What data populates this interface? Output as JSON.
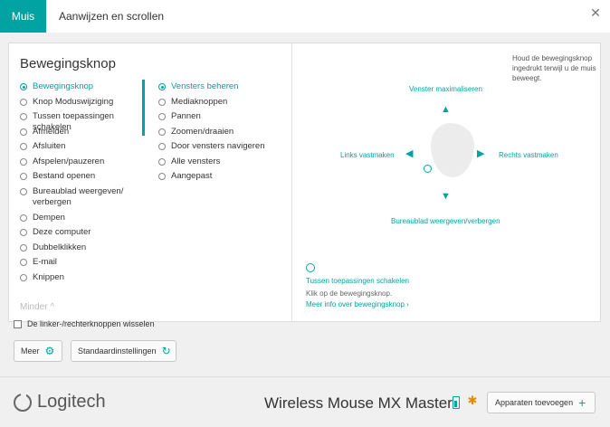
{
  "tabs": [
    {
      "label": "Muis",
      "active": true
    },
    {
      "label": "Aanwijzen en scrollen",
      "active": false
    }
  ],
  "panel": {
    "title": "Bewegingsknop",
    "left_list": [
      {
        "label": "Bewegingsknop",
        "selected": true
      },
      {
        "label": "Knop Moduswijziging",
        "selected": false
      },
      {
        "label": "Tussen toepassingen schakelen",
        "selected": false
      },
      {
        "label": "Afmelden",
        "selected": false
      },
      {
        "label": "Afsluiten",
        "selected": false
      },
      {
        "label": "Afspelen/pauzeren",
        "selected": false
      },
      {
        "label": "Bestand openen",
        "selected": false
      },
      {
        "label": "Bureaublad weergeven/ verbergen",
        "selected": false
      },
      {
        "label": "Dempen",
        "selected": false
      },
      {
        "label": "Deze computer",
        "selected": false
      },
      {
        "label": "Dubbelklikken",
        "selected": false
      },
      {
        "label": "E-mail",
        "selected": false
      },
      {
        "label": "Knippen",
        "selected": false
      }
    ],
    "mid_list": [
      {
        "label": "Vensters beheren",
        "selected": true
      },
      {
        "label": "Mediaknoppen",
        "selected": false
      },
      {
        "label": "Pannen",
        "selected": false
      },
      {
        "label": "Zoomen/draaien",
        "selected": false
      },
      {
        "label": "Door vensters navigeren",
        "selected": false
      },
      {
        "label": "Alle vensters",
        "selected": false
      },
      {
        "label": "Aangepast",
        "selected": false
      }
    ],
    "less_label": "Minder ^",
    "help_text": "Houd de bewegingsknop ingedrukt terwijl u de muis beweegt.",
    "gestures": {
      "up": "Venster maximaliseren",
      "left": "Links vastmaken",
      "right": "Rechts vastmaken",
      "down": "Bureaublad weergeven/verbergen"
    },
    "switch_title": "Tussen toepassingen schakelen",
    "switch_desc": "Klik op de bewegingsknop.",
    "switch_link": "Meer info over bewegingsknop ›"
  },
  "swap_label": "De linker-/rechterknoppen wisselen",
  "buttons": {
    "more": "Meer",
    "defaults": "Standaardinstellingen"
  },
  "footer": {
    "brand": "Logitech",
    "device": "Wireless Mouse MX Master",
    "add_devices": "Apparaten toevoegen"
  },
  "colors": {
    "accent": "#00a3a1",
    "usb_icon": "#e88a00"
  }
}
